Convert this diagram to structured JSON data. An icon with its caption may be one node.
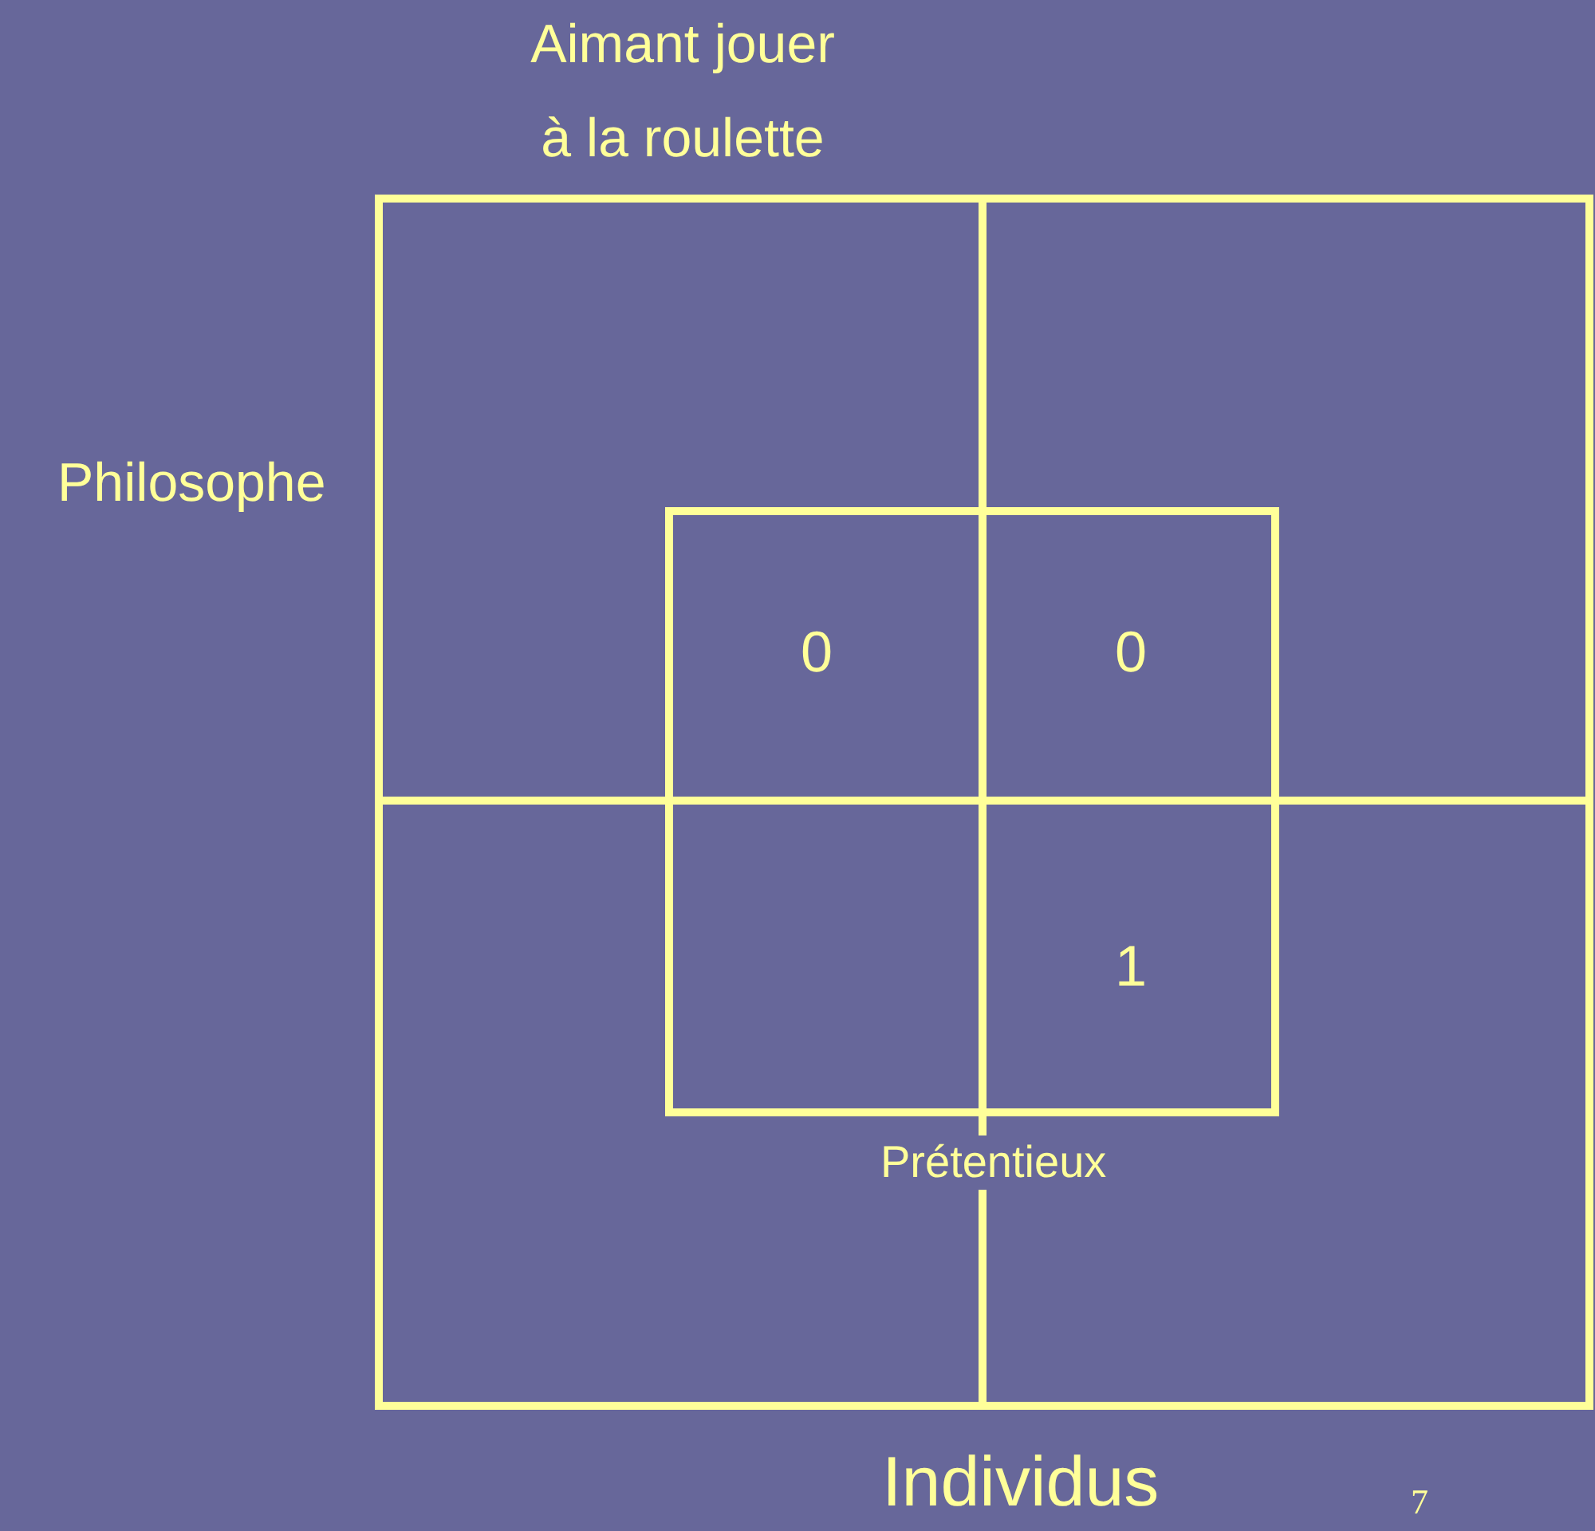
{
  "diagram": {
    "nodes": [
      {
        "text": [
          "Individus"
        ]
      },
      {
        "text": [
          "Prétentieux"
        ],
        "in": 0
      }
    ],
    "labels": [
      "Aimant jouer à la roulette",
      "Philosophe",
      "0",
      "0",
      "1",
      "7"
    ]
  }
}
